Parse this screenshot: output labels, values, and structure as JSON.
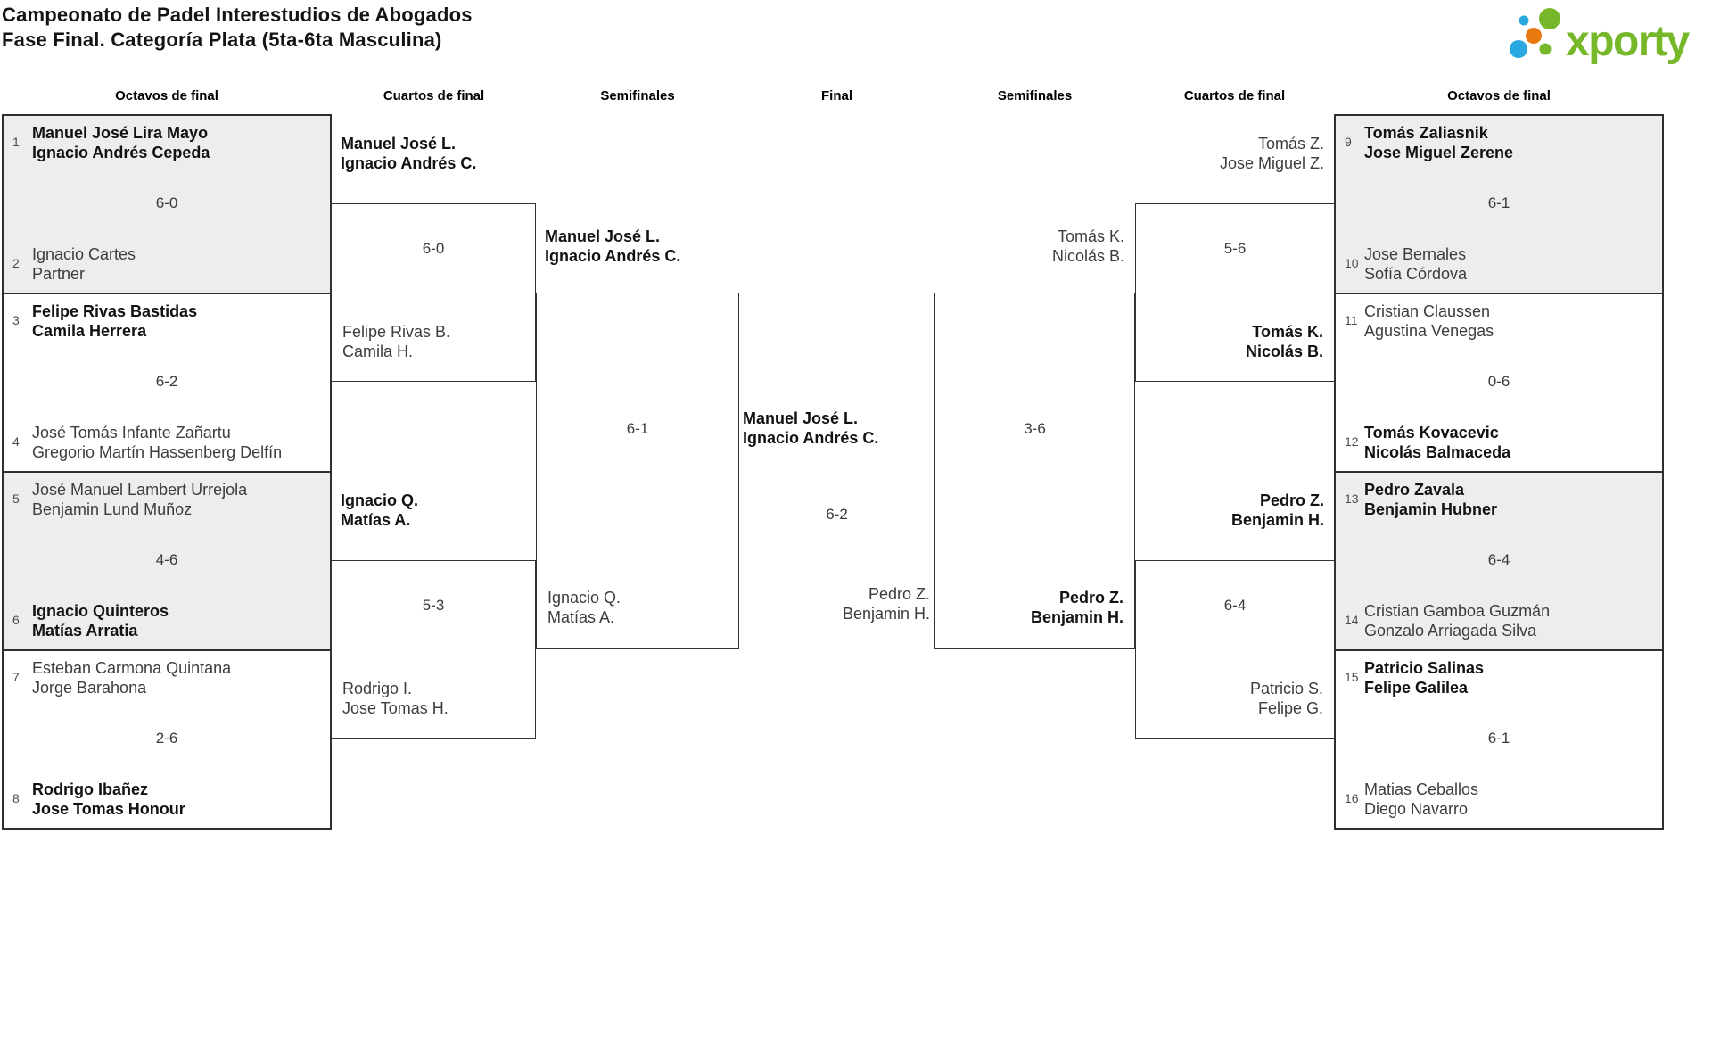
{
  "title": {
    "line1": "Campeonato de Padel Interestudios de Abogados",
    "line2": "Fase Final. Categoría Plata (5ta-6ta Masculina)"
  },
  "logo": {
    "brand": "xporty",
    "colors": {
      "green": "#76b82a",
      "blue": "#29a9e0",
      "orange": "#e8790f"
    }
  },
  "headers": [
    "Octavos de final",
    "Cuartos de final",
    "Semifinales",
    "Final",
    "Semifinales",
    "Cuartos de final",
    "Octavos de final"
  ],
  "colors": {
    "shaded_box": "#ededed",
    "box_border": "#2f2f2f",
    "winner_text": "#121212",
    "loser_text": "#3d3d3d"
  },
  "bracket": {
    "round16_left": [
      {
        "seed1": "1",
        "team1": [
          "Manuel José Lira Mayo",
          "Ignacio Andrés Cepeda"
        ],
        "score": "6-0",
        "seed2": "2",
        "team2": [
          "Ignacio Cartes",
          "Partner"
        ]
      },
      {
        "seed1": "3",
        "team1": [
          "Felipe Rivas Bastidas",
          "Camila Herrera"
        ],
        "score": "6-2",
        "seed2": "4",
        "team2": [
          "José Tomás Infante Zañartu",
          "Gregorio Martín Hassenberg Delfín"
        ]
      },
      {
        "seed1": "5",
        "team1": [
          "José Manuel Lambert Urrejola",
          "Benjamin Lund Muñoz"
        ],
        "score": "4-6",
        "seed2": "6",
        "team2": [
          "Ignacio Quinteros",
          "Matías Arratia"
        ]
      },
      {
        "seed1": "7",
        "team1": [
          "Esteban Carmona Quintana",
          "Jorge Barahona"
        ],
        "score": "2-6",
        "seed2": "8",
        "team2": [
          "Rodrigo Ibañez",
          "Jose Tomas Honour"
        ]
      }
    ],
    "round16_right": [
      {
        "seed1": "9",
        "team1": [
          "Tomás Zaliasnik",
          "Jose Miguel Zerene"
        ],
        "score": "6-1",
        "seed2": "10",
        "team2": [
          "Jose Bernales",
          "Sofía Córdova"
        ]
      },
      {
        "seed1": "11",
        "team1": [
          "Cristian Claussen",
          "Agustina Venegas"
        ],
        "score": "0-6",
        "seed2": "12",
        "team2": [
          "Tomás Kovacevic",
          "Nicolás Balmaceda"
        ]
      },
      {
        "seed1": "13",
        "team1": [
          "Pedro Zavala",
          "Benjamin Hubner"
        ],
        "score": "6-4",
        "seed2": "14",
        "team2": [
          "Cristian Gamboa Guzmán",
          "Gonzalo Arriagada Silva"
        ]
      },
      {
        "seed1": "15",
        "team1": [
          "Patricio Salinas",
          "Felipe Galilea"
        ],
        "score": "6-1",
        "seed2": "16",
        "team2": [
          "Matias Ceballos",
          "Diego Navarro"
        ]
      }
    ],
    "quarterfinals_left": [
      {
        "top": [
          "Manuel José L.",
          "Ignacio Andrés C."
        ],
        "score": "6-0",
        "bottom": [
          "Felipe Rivas B.",
          "Camila H."
        ]
      },
      {
        "top": [
          "Ignacio Q.",
          "Matías A."
        ],
        "score": "5-3",
        "bottom": [
          "Rodrigo I.",
          "Jose Tomas H."
        ]
      }
    ],
    "quarterfinals_right": [
      {
        "top": [
          "Tomás Z.",
          "Jose Miguel Z."
        ],
        "score": "5-6",
        "bottom": [
          "Tomás K.",
          "Nicolás B."
        ]
      },
      {
        "top": [
          "Pedro Z.",
          "Benjamin H."
        ],
        "score": "6-4",
        "bottom": [
          "Patricio S.",
          "Felipe G."
        ]
      }
    ],
    "semifinal_left": {
      "top": [
        "Manuel José L.",
        "Ignacio Andrés C."
      ],
      "score": "6-1",
      "bottom": [
        "Ignacio Q.",
        "Matías A."
      ]
    },
    "semifinal_right": {
      "top": [
        "Tomás K.",
        "Nicolás B."
      ],
      "score": "3-6",
      "bottom": [
        "Pedro Z.",
        "Benjamin H."
      ]
    },
    "final": {
      "top": [
        "Manuel José L.",
        "Ignacio Andrés C."
      ],
      "score": "6-2",
      "bottom": [
        "Pedro Z.",
        "Benjamin H."
      ]
    }
  }
}
